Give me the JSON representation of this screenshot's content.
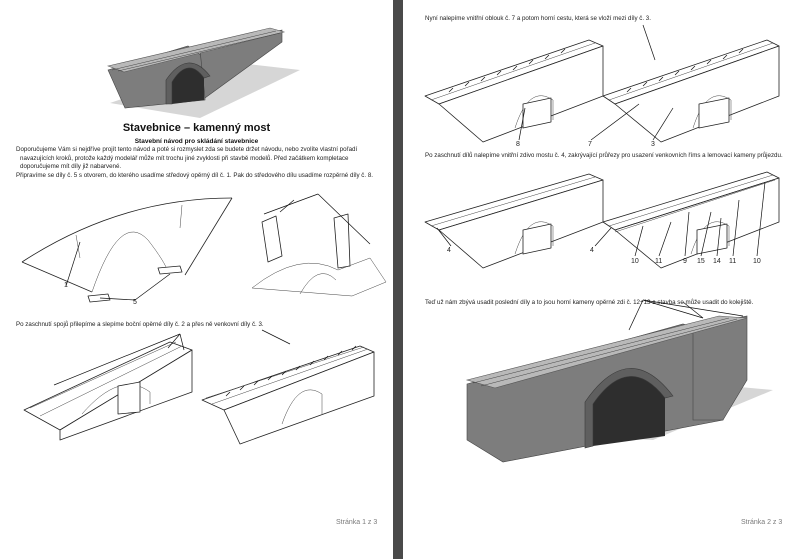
{
  "page1": {
    "title": "Stavebnice – kamenný most",
    "subtitle": "Stavební návod pro skládání stavebnice",
    "intro_lines": [
      "Doporučujeme Vám si nejdříve projít tento návod a poté si rozmyslet zda se budete držet návodu, nebo zvolíte vlastní pořadí",
      "navazujících kroků, protože každý modelář může mít trochu jiné zvyklosti při stavbě modelů.  Před začátkem kompletace",
      "doporučujeme mít díly již nabarvené.",
      "Připravíme se díly č. 5 s otvorem, do kterého usadíme středový opěrný díl č. 1. Pak do středového dílu usadíme rozpěrné díly č. 8."
    ],
    "step2_text": "Po zaschnutí spojů přilepíme a slepíme boční opěrné díly č. 2 a přes ně venkovní díly č. 3.",
    "labels": {
      "l1": "1",
      "l5": "5"
    },
    "footer": "Stránka 1 z 3"
  },
  "page2": {
    "step3_text": "Nyní nalepíme vnitřní oblouk č. 7 a potom horní cestu, která se vloží mezi díly č. 3.",
    "step4_text": "Po zaschnutí dílů nalepíme vnitřní zdivo mostu č. 4, zakrývající průřezy pro usazení venkovních říms a lemovací kameny průjezdu.",
    "step5_text": "Teď už nám zbývá usadit poslední díly a to jsou horní kameny opěrné zdi č. 12+13 a stavba se může usadit do kolejiště.",
    "labels": {
      "a8": "8",
      "b7": "7",
      "b3": "3",
      "c4": "4",
      "d4": "4",
      "d10": "10",
      "d11": "11",
      "d9": "9",
      "d15": "15",
      "d14": "14",
      "d11b": "11",
      "d10b": "10"
    },
    "footer": "Stránka 2 z 3"
  },
  "colors": {
    "viewer_bg": "#4a4a4a",
    "page_bg": "#ffffff",
    "stone": "#7d7d7d",
    "footer_text": "#7a7a7a"
  }
}
